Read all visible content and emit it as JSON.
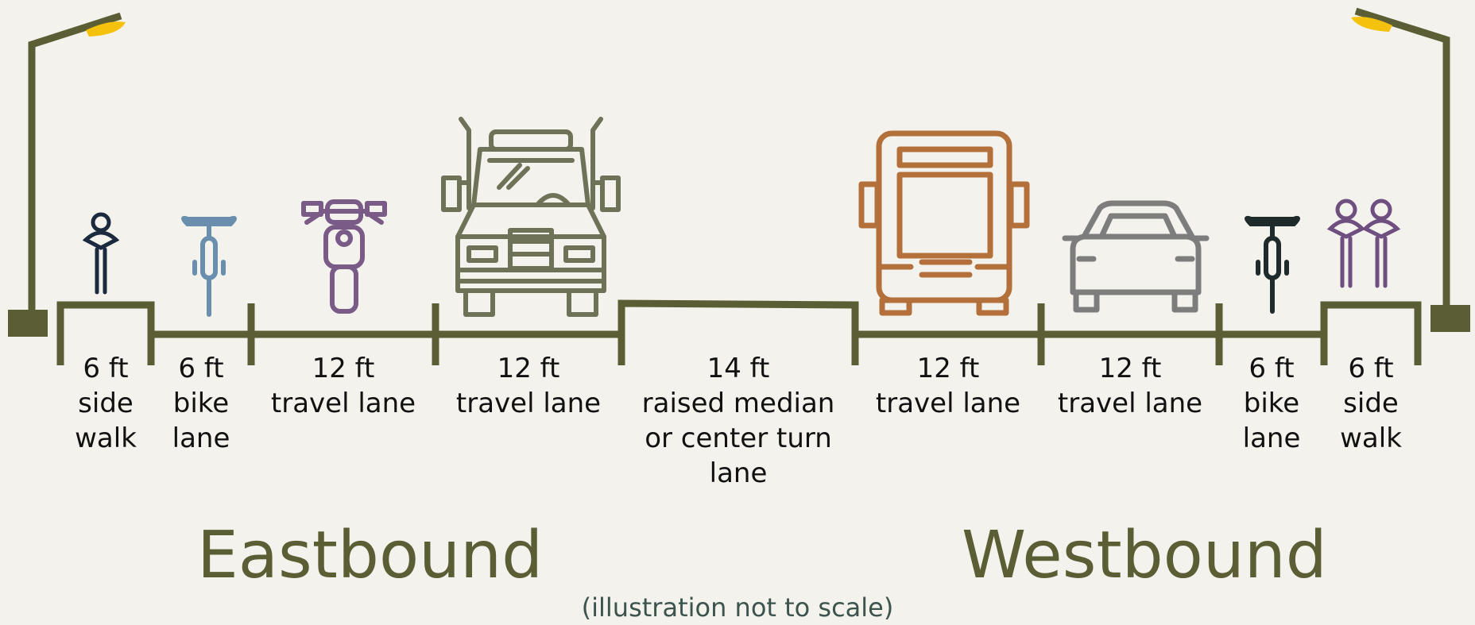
{
  "colors": {
    "road": "#5b5e34",
    "lamp_light": "#f4c20d",
    "pedestrian": "#1c2a3f",
    "bike_east": "#6a8fae",
    "motorcycle": "#7a5a86",
    "truck": "#6e7257",
    "bus": "#b4703a",
    "car": "#7d7d7d",
    "bike_west": "#1f2a2a",
    "pedestrians_west": "#6e4f80",
    "footnote": "#3c544d"
  },
  "lanes": [
    {
      "width": "6 ft",
      "lines": [
        "side",
        "walk"
      ],
      "icon": "pedestrian-icon"
    },
    {
      "width": "6 ft",
      "lines": [
        "bike",
        "lane"
      ],
      "icon": "bicycle-icon"
    },
    {
      "width": "12 ft",
      "lines": [
        "travel lane"
      ],
      "icon": "motorcycle-icon"
    },
    {
      "width": "12 ft",
      "lines": [
        "travel lane"
      ],
      "icon": "truck-icon"
    },
    {
      "width": "14 ft",
      "lines": [
        "raised median",
        "or center turn",
        "lane"
      ],
      "icon": ""
    },
    {
      "width": "12 ft",
      "lines": [
        "travel lane"
      ],
      "icon": "bus-icon"
    },
    {
      "width": "12 ft",
      "lines": [
        "travel lane"
      ],
      "icon": "car-icon"
    },
    {
      "width": "6 ft",
      "lines": [
        "bike",
        "lane"
      ],
      "icon": "bicycle-icon"
    },
    {
      "width": "6 ft",
      "lines": [
        "side",
        "walk"
      ],
      "icon": "two-pedestrians-icon"
    }
  ],
  "directions": {
    "east": "Eastbound",
    "west": "Westbound"
  },
  "footnote": "(illustration not to scale)"
}
